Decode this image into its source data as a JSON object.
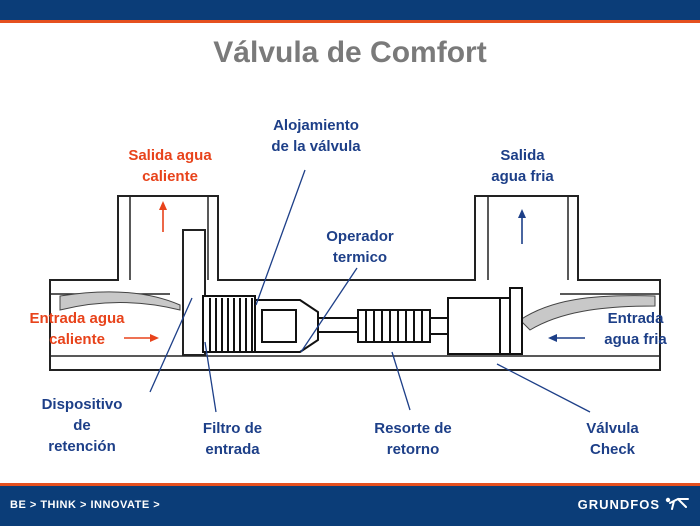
{
  "title": "Válvula de Comfort",
  "labels": {
    "alojamiento": "Alojamiento\nde la válvula",
    "salida_caliente": "Salida agua\ncaliente",
    "salida_fria": "Salida\nagua fria",
    "operador": "Operador\ntermico",
    "entrada_caliente": "Entrada agua\ncaliente",
    "entrada_fria": "Entrada\nagua fria",
    "dispositivo": "Dispositivo\nde\nretención",
    "filtro": "Filtro de\nentrada",
    "resorte": "Resorte de\nretorno",
    "check": "Válvula\nCheck"
  },
  "footer": {
    "slogan": "BE > THINK > INNOVATE >",
    "brand": "GRUNDFOS"
  },
  "colors": {
    "header_blue": "#0b3d78",
    "accent_orange": "#e5501f",
    "label_blue": "#1d3f88",
    "label_red": "#e8431b"
  }
}
